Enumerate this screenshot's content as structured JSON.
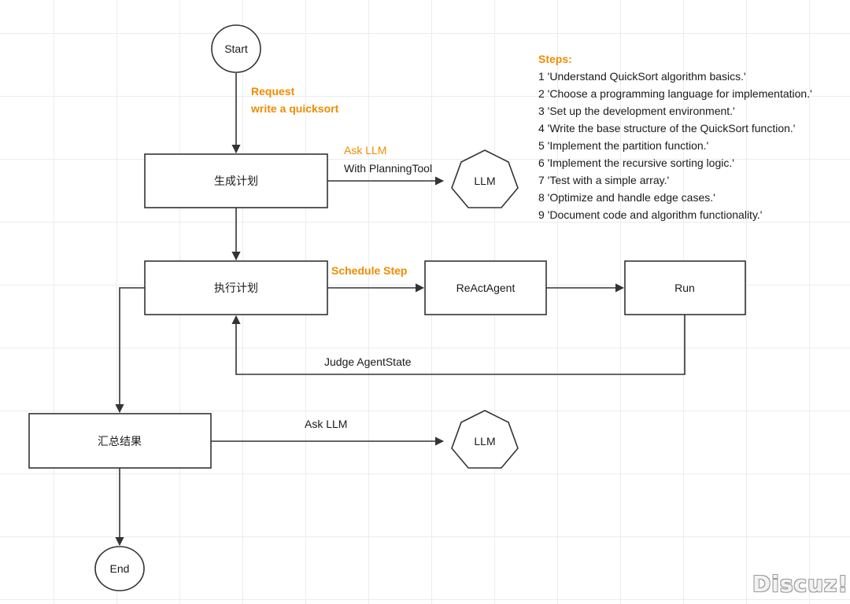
{
  "nodes": {
    "start": "Start",
    "generate_plan": "生成计划",
    "llm_top": "LLM",
    "execute_plan": "执行计划",
    "react_agent": "ReActAgent",
    "run": "Run",
    "summarize": "汇总结果",
    "llm_bottom": "LLM",
    "end": "End"
  },
  "labels": {
    "request": "Request",
    "request_detail": "write a quicksort",
    "ask_llm_top": "Ask LLM",
    "with_planning_tool": "With PlanningTool",
    "schedule_step": "Schedule Step",
    "judge_agent_state": "Judge AgentState",
    "ask_llm_bottom": "Ask LLM"
  },
  "steps": {
    "title": "Steps:",
    "items": [
      "1 'Understand QuickSort algorithm basics.'",
      "2 'Choose a programming language for implementation.'",
      "3 'Set up the development environment.'",
      "4 'Write the base structure of the QuickSort function.'",
      "5 'Implement the partition function.'",
      "6 'Implement the recursive sorting logic.'",
      "7 'Test with a simple array.'",
      "8 'Optimize and handle edge cases.'",
      "9 'Document code and algorithm functionality.'"
    ]
  },
  "watermark": "Discuz!",
  "colors": {
    "accent": "#f08c00",
    "line": "#333333",
    "grid": "#ececec"
  }
}
